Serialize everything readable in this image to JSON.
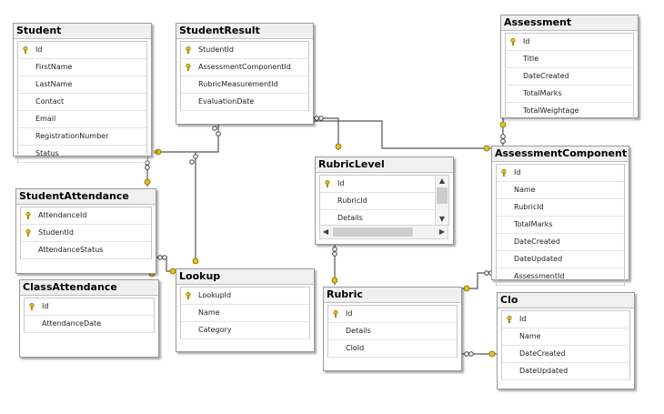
{
  "tables": {
    "student": {
      "title": "Student",
      "columns": [
        "Id",
        "FirstName",
        "LastName",
        "Contact",
        "Email",
        "RegistrationNumber",
        "Status"
      ]
    },
    "studentresult": {
      "title": "StudentResult",
      "columns": [
        "StudentId",
        "AssessmentComponentId",
        "RubricMeasurementId",
        "EvaluationDate"
      ]
    },
    "assessment": {
      "title": "Assessment",
      "columns": [
        "Id",
        "Title",
        "DateCreated",
        "TotalMarks",
        "TotalWeightage"
      ]
    },
    "rubriclevel": {
      "title": "RubricLevel",
      "columns": [
        "Id",
        "RubricId",
        "Details"
      ]
    },
    "assessmentcomponent": {
      "title": "AssessmentComponent",
      "columns": [
        "Id",
        "Name",
        "RubricId",
        "TotalMarks",
        "DateCreated",
        "DateUpdated",
        "AssessmentId"
      ]
    },
    "studentattendance": {
      "title": "StudentAttendance",
      "columns": [
        "AttendanceId",
        "StudentId",
        "AttendanceStatus"
      ]
    },
    "lookup": {
      "title": "Lookup",
      "columns": [
        "LookupId",
        "Name",
        "Category"
      ]
    },
    "classattendance": {
      "title": "ClassAttendance",
      "columns": [
        "Id",
        "AttendanceDate"
      ]
    },
    "rubric": {
      "title": "Rubric",
      "columns": [
        "Id",
        "Details",
        "CloId"
      ]
    },
    "clo": {
      "title": "Clo",
      "columns": [
        "Id",
        "Name",
        "DateCreated",
        "DateUpdated"
      ]
    }
  },
  "icons": {
    "primary_key": "key-icon",
    "relationship_end": "key-icon",
    "relationship_many": "infinity-icon"
  },
  "colors": {
    "key_yellow": "#e6c21a",
    "key_outline": "#7a6400",
    "line": "#555555",
    "title_bg": "#f0f0f0"
  }
}
